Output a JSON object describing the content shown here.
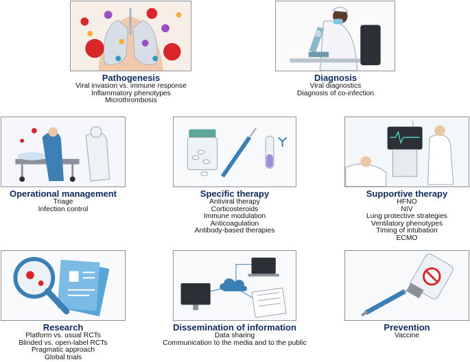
{
  "sections": [
    {
      "id": "pathogenesis",
      "title": "Pathogenesis",
      "items": [
        "Viral invasion vs. immune response",
        "Inflammatory phenotypes",
        "Microthrombosis"
      ]
    },
    {
      "id": "diagnosis",
      "title": "Diagnosis",
      "items": [
        "Viral diagnostics",
        "Diagnosis of co-infection"
      ]
    },
    {
      "id": "operational",
      "title": "Operational management",
      "items": [
        "Triage",
        "Infection control"
      ]
    },
    {
      "id": "specific",
      "title": "Specific therapy",
      "items": [
        "Antiviral therapy",
        "Corticosteroids",
        "Immune modulation",
        "Anticoagulation",
        "Antibody-based therapies"
      ]
    },
    {
      "id": "supportive",
      "title": "Supportive therapy",
      "items": [
        "HFNO",
        "NIV",
        "Lung protective strategies",
        "Ventilatory phenotypes",
        "Timing of intubation",
        "ECMO"
      ]
    },
    {
      "id": "research",
      "title": "Research",
      "items": [
        "Platform vs. usual RCTs",
        "Blinded vs. open-label RCTs",
        "Pragmatic approach",
        "Global trials"
      ]
    },
    {
      "id": "dissemination",
      "title": "Dissemination of information",
      "items": [
        "Data sharing",
        "Communication to the media and to the public"
      ]
    },
    {
      "id": "prevention",
      "title": "Prevention",
      "items": [
        "Vaccine"
      ]
    }
  ],
  "icons": {
    "pathogenesis": "lungs-virus-illustration",
    "diagnosis": "researcher-microscope-illustration",
    "operational": "stretcher-transport-illustration",
    "specific": "pills-syringe-testtube-illustration",
    "supportive": "icu-ventilator-illustration",
    "research": "magnifier-documents-illustration",
    "dissemination": "computer-cloud-laptop-illustration",
    "prevention": "vaccine-vial-syringe-illustration"
  },
  "colors": {
    "title": "#0d2a5c",
    "virus": "#d8262a",
    "accent_blue": "#2f7fc1"
  }
}
